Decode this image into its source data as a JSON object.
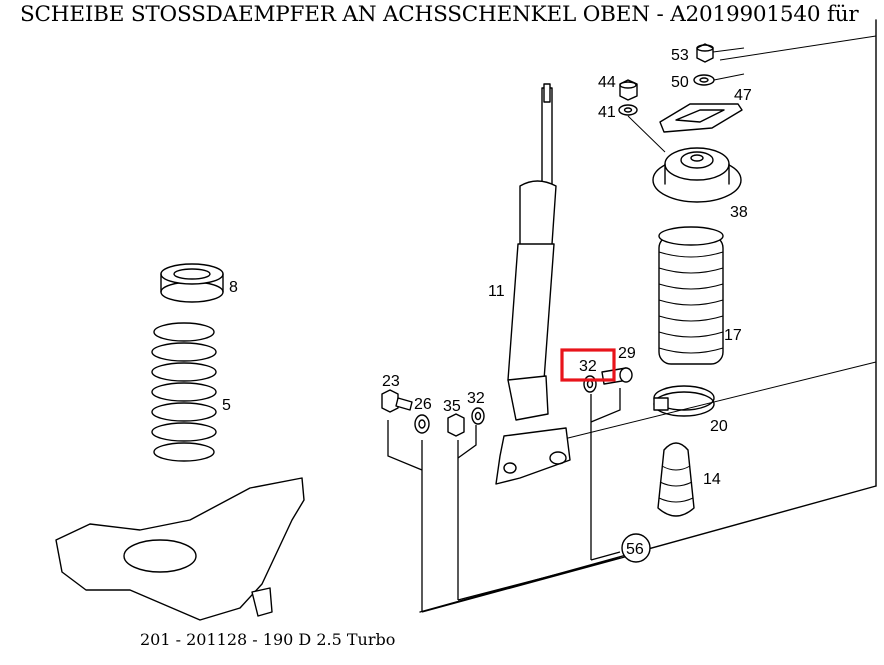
{
  "title": "SCHEIBE STOSSDAEMPFER AN ACHSSCHENKEL OBEN - A2019901540 für",
  "caption": "201 - 201128 - 190 D 2.5 Turbo",
  "highlight_color": "#e8141b",
  "callouts": {
    "p53": "53",
    "p50": "50",
    "p44": "44",
    "p41": "41",
    "p47": "47",
    "p38": "38",
    "p8": "8",
    "p11": "11",
    "p17": "17",
    "p5": "5",
    "p32_highlighted": "32",
    "p29": "29",
    "p23": "23",
    "p26": "26",
    "p35": "35",
    "p32": "32",
    "p20": "20",
    "p14": "14",
    "p56": "56"
  }
}
